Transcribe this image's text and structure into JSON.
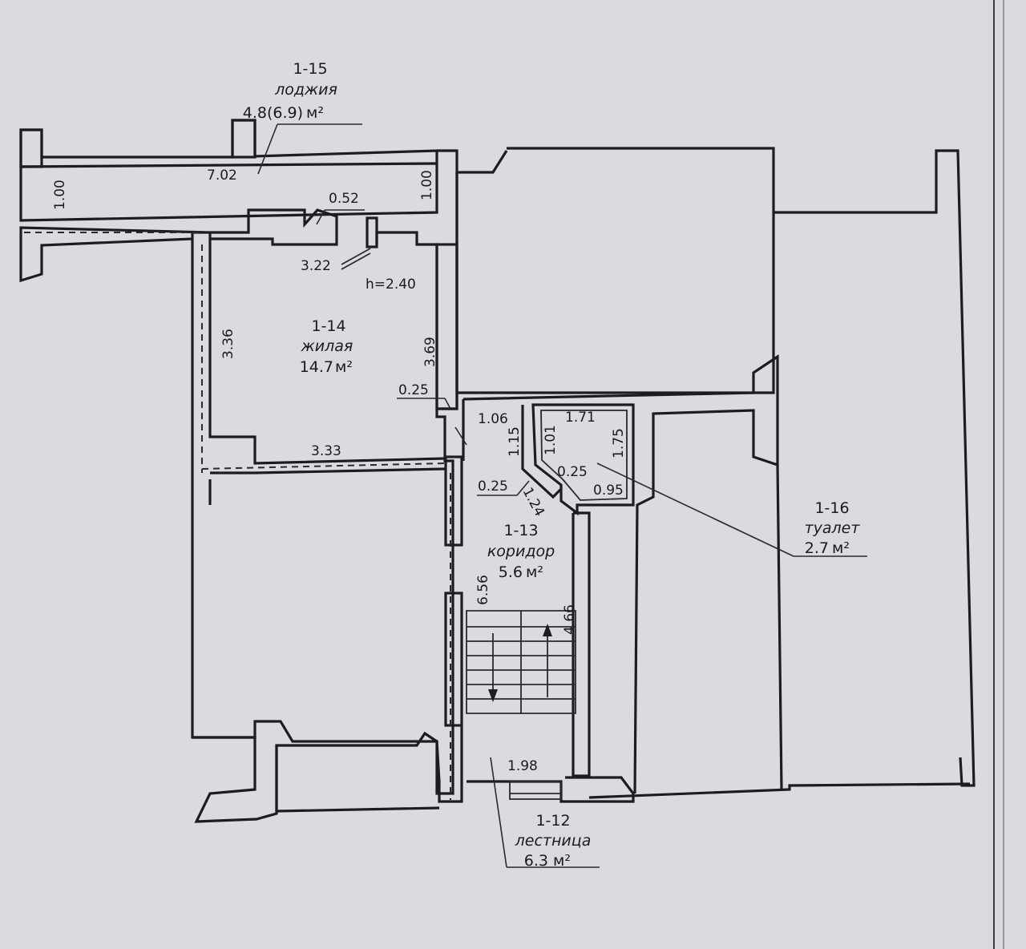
{
  "rooms": [
    {
      "id": "1-15",
      "name": "лоджия",
      "area": "4.8(6.9)",
      "unit": "м²"
    },
    {
      "id": "1-14",
      "name": "жилая",
      "area": "14.7",
      "unit": "м²"
    },
    {
      "id": "1-13",
      "name": "коридор",
      "area": "5.6",
      "unit": "м²"
    },
    {
      "id": "1-16",
      "name": "туалет",
      "area": "2.7",
      "unit": "м²"
    },
    {
      "id": "1-12",
      "name": "лестница",
      "area": "6.3",
      "unit": "м²"
    }
  ],
  "ceiling_height": "h=2.40",
  "dimensions": {
    "loggia_length": "7.02",
    "loggia_width_left": "1.00",
    "loggia_width_right": "1.00",
    "niche": "0.52",
    "window_wall": "3.22",
    "room_depth": "3.36",
    "room_right": "3.69",
    "room_width": "3.33",
    "wall_thickness_a": "0.25",
    "corridor_top": "1.06",
    "corridor_side": "1.15",
    "corridor_diag": "1.24",
    "wall_thickness_b": "0.25",
    "toilet_inner": "1.01",
    "toilet_width": "1.71",
    "toilet_depth": "1.75",
    "toilet_wall": "0.25",
    "toilet_door": "0.95",
    "corridor_length": "6.56",
    "stair_length": "4.66",
    "stair_width": "1.98"
  }
}
